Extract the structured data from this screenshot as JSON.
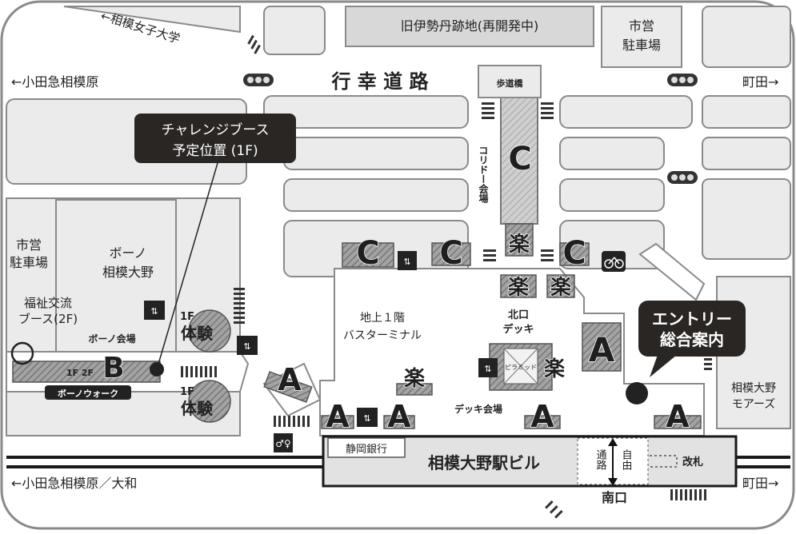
{
  "labels": {
    "old_isetan": "旧伊勢丹跡地(再開発中)",
    "parking_top_1": "市営",
    "parking_top_2": "駐車場",
    "womens_univ": "←相模女子大学",
    "odakyu_top": "←小田急相模原",
    "machida_top": "町田→",
    "road": "行 幸 道 路",
    "hodokyo": "歩道橋",
    "corridor": "コリドー会場",
    "challenge_1": "チャレンジブース",
    "challenge_2": "予定位置 (1F)",
    "parking_left_1": "市営",
    "parking_left_2": "駐車場",
    "bono_1": "ボーノ",
    "bono_2": "相模大野",
    "fukushi_1": "福祉交流",
    "fukushi_2": "ブース(2F)",
    "bono_venue": "ボーノ会場",
    "floor_1f2f": "1F 2F",
    "bono_walk": "ボーノウォーク",
    "taiken_floor_1": "1F",
    "taiken_1": "体験",
    "taiken_floor_2": "1F",
    "taiken_2": "体験",
    "bus_1": "地上１階",
    "bus_2": "バスターミナル",
    "north_deck_1": "北口",
    "north_deck_2": "デッキ",
    "pyramid": "ピラミッド",
    "deck_venue": "デッキ会場",
    "entry_1": "エントリー",
    "entry_2": "総合案内",
    "moors_1": "相模大野",
    "moors_2": "モアーズ",
    "shizuoka_bank": "静岡銀行",
    "station_bldg": "相模大野駅ビル",
    "passage": "通路",
    "free": "自由",
    "ticket_gate": "改札",
    "south_exit": "南口",
    "odakyu_bottom": "←小田急相模原／大和",
    "machida_bottom": "町田→"
  },
  "zones": {
    "a": "A",
    "b": "B",
    "c": "C",
    "raku": "楽"
  },
  "colors": {
    "road": "#ffffff",
    "block": "#ebebeb",
    "outline": "#8a8a8a",
    "hatch_bg": "#9a9a9a",
    "hatch_line": "#6e6e6e",
    "dark": "#222222",
    "callout_bg": "#2a2623",
    "rail": "#1a1a1a"
  },
  "icons": [
    "traffic-signal-icon",
    "elevator-icon",
    "bicycle-parking-icon",
    "toilet-icon",
    "crosswalk-icon",
    "stairs-icon"
  ]
}
